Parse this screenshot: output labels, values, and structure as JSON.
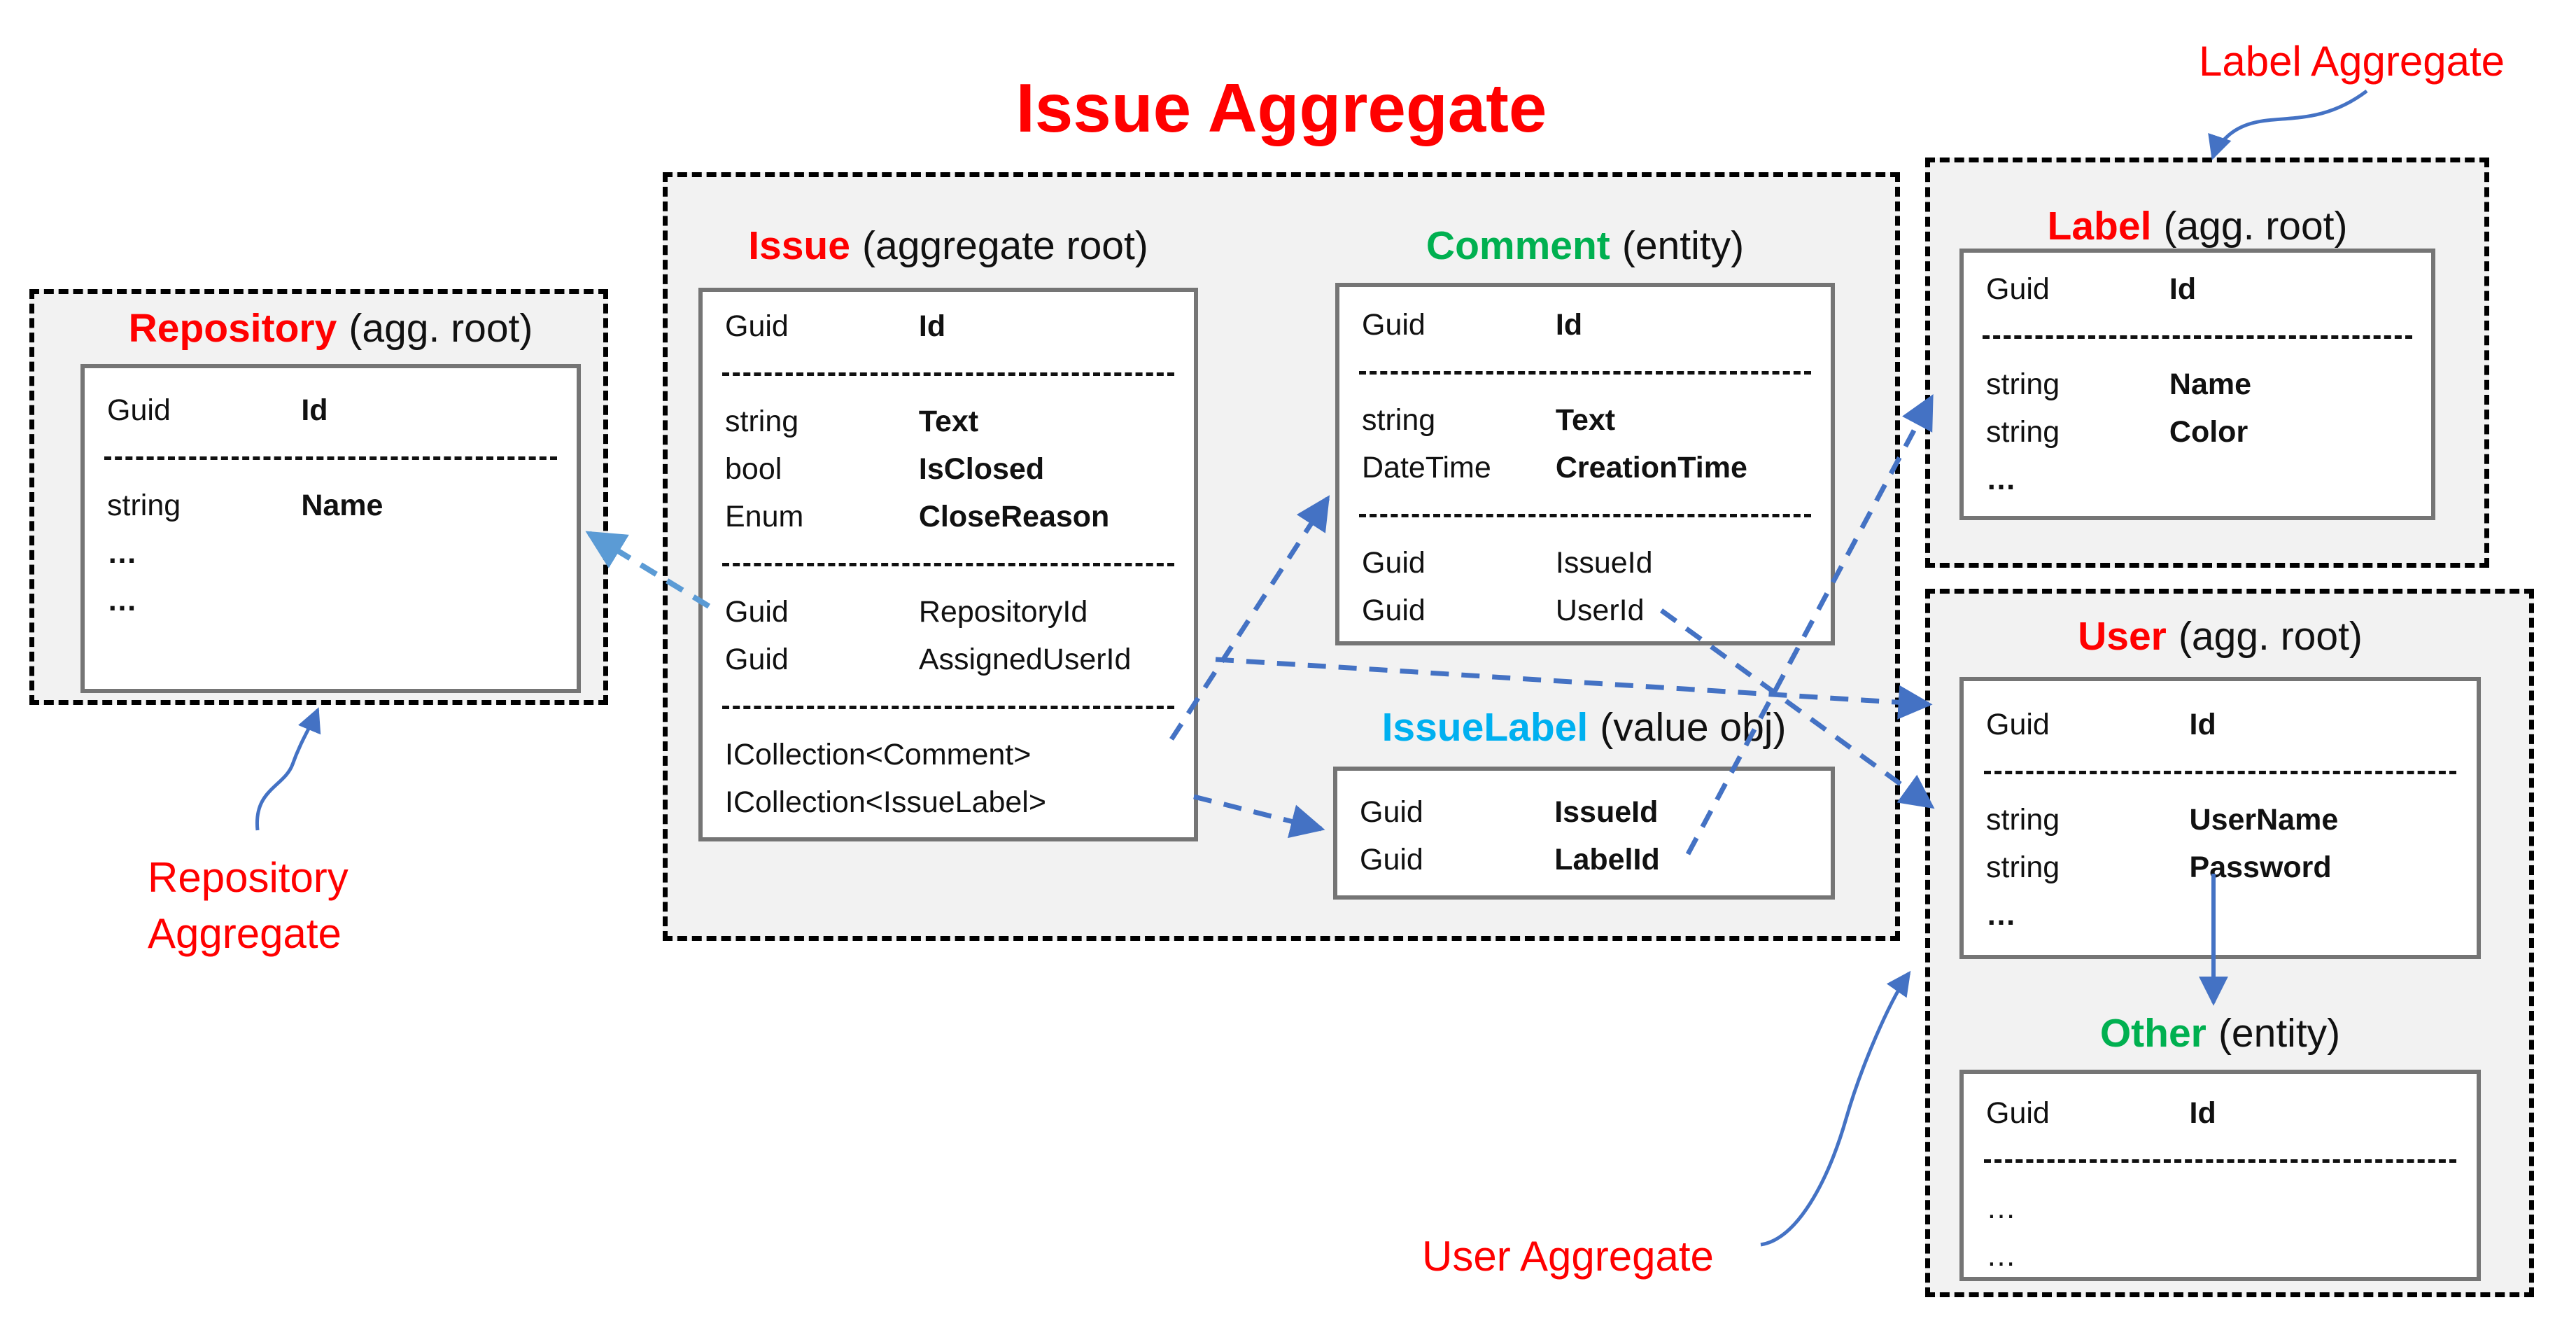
{
  "main_title": "Issue Aggregate",
  "annotations": {
    "label_aggregate": "Label Aggregate",
    "repository_aggregate_line1": "Repository",
    "repository_aggregate_line2": "Aggregate",
    "user_aggregate": "User Aggregate"
  },
  "colors": {
    "red": "#FF0000",
    "green": "#00B050",
    "light_blue": "#00B0F0",
    "arrow_blue": "#4472C4",
    "arrow_light_blue": "#5B9BD5",
    "box_fill": "#f2f2f2",
    "border_gray": "#757575"
  },
  "tables": {
    "repository": {
      "title": "Repository",
      "kind": "(agg. root)",
      "rows": [
        {
          "t": "Guid",
          "n": "Id"
        },
        {
          "t": "string",
          "n": "Name"
        },
        {
          "t": "…",
          "n": ""
        },
        {
          "t": "…",
          "n": ""
        }
      ]
    },
    "issue": {
      "title": "Issue",
      "kind": "(aggregate root)",
      "rows": [
        {
          "t": "Guid",
          "n": "Id"
        },
        {
          "t": "string",
          "n": "Text"
        },
        {
          "t": "bool",
          "n": "IsClosed"
        },
        {
          "t": "Enum",
          "n": "CloseReason"
        },
        {
          "t": "Guid",
          "n": "RepositoryId"
        },
        {
          "t": "Guid",
          "n": "AssignedUserId"
        },
        {
          "t": "ICollection<Comment>",
          "n": ""
        },
        {
          "t": "ICollection<IssueLabel>",
          "n": ""
        }
      ]
    },
    "comment": {
      "title": "Comment",
      "kind": "(entity)",
      "rows": [
        {
          "t": "Guid",
          "n": "Id"
        },
        {
          "t": "string",
          "n": "Text"
        },
        {
          "t": "DateTime",
          "n": "CreationTime"
        },
        {
          "t": "Guid",
          "n": "IssueId"
        },
        {
          "t": "Guid",
          "n": "UserId"
        }
      ]
    },
    "issuelabel": {
      "title": "IssueLabel",
      "kind": "(value obj)",
      "rows": [
        {
          "t": "Guid",
          "n": "IssueId"
        },
        {
          "t": "Guid",
          "n": "LabelId"
        }
      ]
    },
    "label": {
      "title": "Label",
      "kind": "(agg. root)",
      "rows": [
        {
          "t": "Guid",
          "n": "Id"
        },
        {
          "t": "string",
          "n": "Name"
        },
        {
          "t": "string",
          "n": "Color"
        },
        {
          "t": "…",
          "n": ""
        }
      ]
    },
    "user": {
      "title": "User",
      "kind": "(agg. root)",
      "rows": [
        {
          "t": "Guid",
          "n": "Id"
        },
        {
          "t": "string",
          "n": "UserName"
        },
        {
          "t": "string",
          "n": "Password"
        },
        {
          "t": "…",
          "n": ""
        }
      ]
    },
    "other": {
      "title": "Other",
      "kind": "(entity)",
      "rows": [
        {
          "t": "Guid",
          "n": "Id"
        },
        {
          "t": "…",
          "n": ""
        },
        {
          "t": "…",
          "n": ""
        }
      ]
    }
  }
}
